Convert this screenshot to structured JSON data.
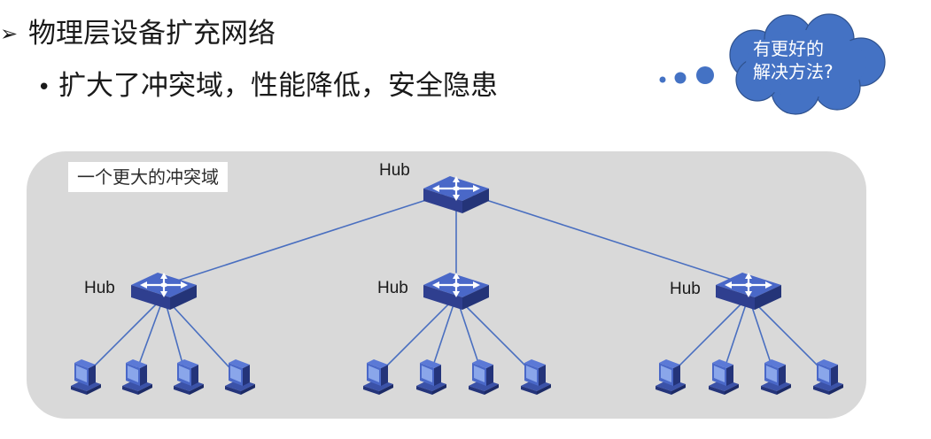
{
  "slide": {
    "heading": "物理层设备扩充网络",
    "heading_marker": "➢",
    "subpoint": "扩大了冲突域，性能降低，安全隐患",
    "subpoint_marker": "•"
  },
  "thought_cloud": {
    "line1": "有更好的",
    "line2": "解决方法?",
    "color": "#4472c4"
  },
  "diagram": {
    "region_label": "一个更大的冲突域",
    "region_color": "#d9d9d9",
    "link_color": "#4a6fc0",
    "device_color": "#3b52a8",
    "hubs": [
      {
        "id": "top",
        "label": "Hub"
      },
      {
        "id": "left",
        "label": "Hub"
      },
      {
        "id": "middle",
        "label": "Hub"
      },
      {
        "id": "right",
        "label": "Hub"
      }
    ],
    "pcs_per_hub": 4
  }
}
